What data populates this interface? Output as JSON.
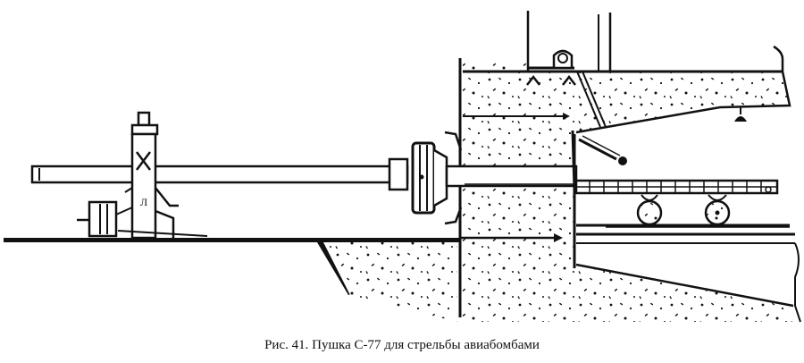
{
  "figure": {
    "caption": "Рис. 41. Пушка С-77 для стрельбы авиабомбами",
    "number": "41",
    "subject": "Пушка С-77 для стрельбы авиабомбами",
    "colors": {
      "ink": "#111111",
      "background": "#ffffff"
    },
    "parts": [
      "barrel",
      "muzzle",
      "support-column",
      "winch-unit",
      "ground-line",
      "breech-flange",
      "concrete-wall",
      "concrete-ceiling",
      "loading-tray",
      "trolley-wheels",
      "rail",
      "lower-slab",
      "pulley",
      "lever-arm",
      "lamp"
    ]
  }
}
